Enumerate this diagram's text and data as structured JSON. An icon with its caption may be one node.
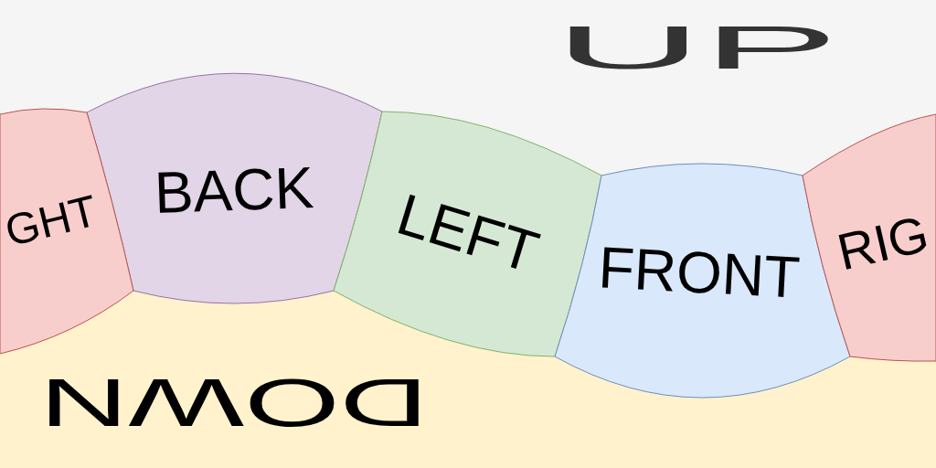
{
  "diagram": {
    "nodes": [
      {
        "text": [
          "UP"
        ]
      },
      {
        "text": [
          "GHT"
        ]
      },
      {
        "text": [
          "BACK"
        ]
      },
      {
        "text": [
          "LEFT"
        ]
      },
      {
        "text": [
          "FRONT"
        ]
      },
      {
        "text": [
          "RIG"
        ]
      },
      {
        "text": [
          "DOWN"
        ]
      }
    ]
  }
}
